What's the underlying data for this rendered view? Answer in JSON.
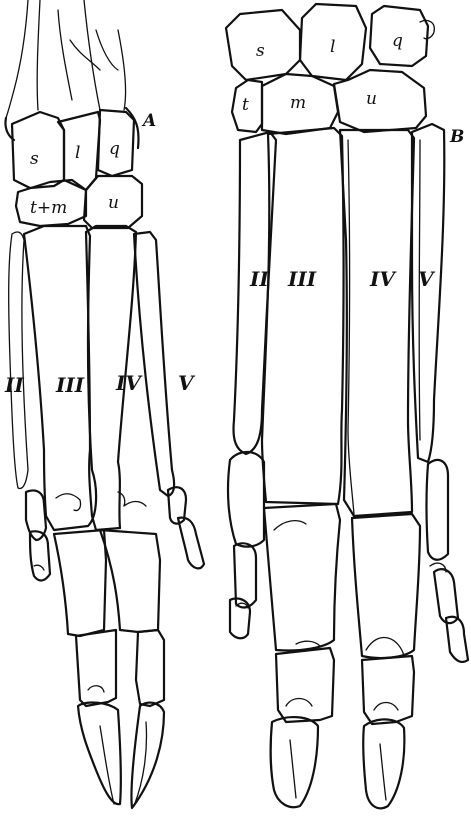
{
  "figure": {
    "left_foot": {
      "panel_letter": "A",
      "carpals": {
        "scaphoid": "s",
        "lunar": "l",
        "cuneiform": "q",
        "trapezoid_magnum": "t+m",
        "unciform": "u"
      },
      "digits": {
        "II": "II",
        "III": "III",
        "IV": "IV",
        "V": "V"
      }
    },
    "right_foot": {
      "panel_letter": "B",
      "carpals": {
        "scaphoid": "s",
        "lunar": "l",
        "cuneiform": "q",
        "trapezoid": "t",
        "magnum": "m",
        "unciform": "u"
      },
      "digits": {
        "II": "II",
        "III": "III",
        "IV": "IV",
        "V": "V"
      }
    }
  }
}
